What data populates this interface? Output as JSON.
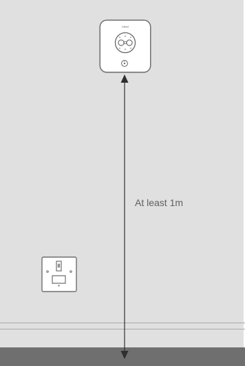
{
  "colors": {
    "wall": "#e0e0e0",
    "floor": "#6f6f6f",
    "skirting_line": "#a8a8a8",
    "device_face": "#ffffff",
    "device_outline": "#6f6f6f",
    "arrow": "#2f2f2f",
    "label_text": "#5f5f5f"
  },
  "controller": {
    "brand": "Ideal",
    "dial_icon": "dial-icon",
    "knob_icon": "knob-icon"
  },
  "switch_icon": "fused-switch-icon",
  "measurement": {
    "label": "At least 1m",
    "arrow_icon": "double-headed-arrow"
  }
}
